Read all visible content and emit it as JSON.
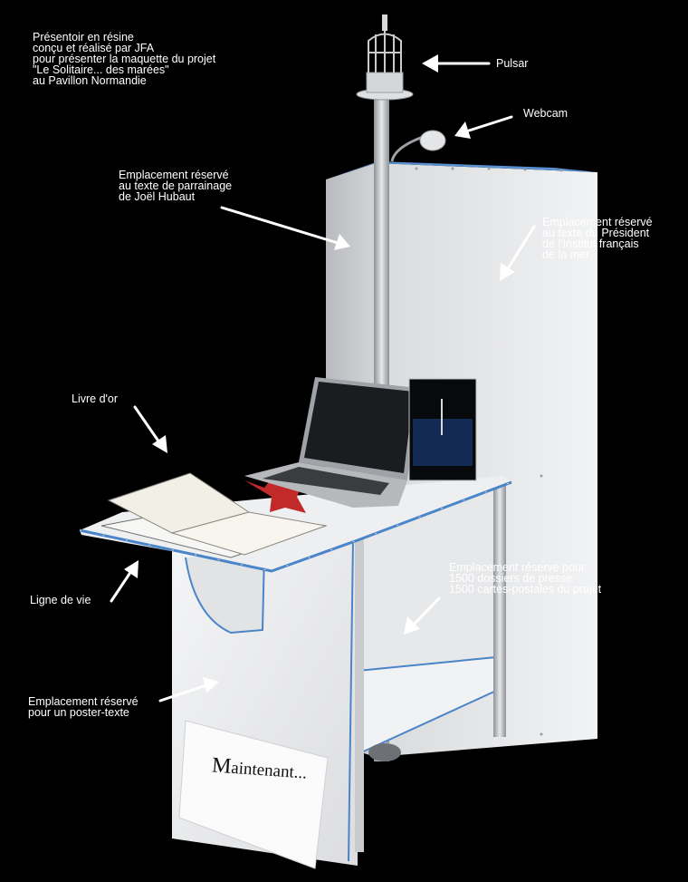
{
  "labels": {
    "intro": "Présentoir en résine\nconçu et réalisé par JFA\npour présenter la maquette du projet\n\"Le Solitaire... des marées\"\nau Pavillon Normandie",
    "pulsar": "Pulsar",
    "webcam": "Webcam",
    "hubaut": "Emplacement réservé\nau texte de parrainage\nde Joël Hubaut",
    "president": "Emplacement réservé\nau texte du Président\nde l'Institut français\nde la mer",
    "livre": "Livre d'or",
    "ligne": "Ligne de vie",
    "dossiers": "Emplacement réservé pour\n1500 dossiers de presse\n1500 cartes-postales du projet",
    "poster": "Emplacement réservé\npour un poster-texte"
  },
  "sign": {
    "text": "Maintenant..."
  },
  "colors": {
    "background": "#000000",
    "panel": "#e9eaec",
    "edge": "#4a84c9"
  }
}
